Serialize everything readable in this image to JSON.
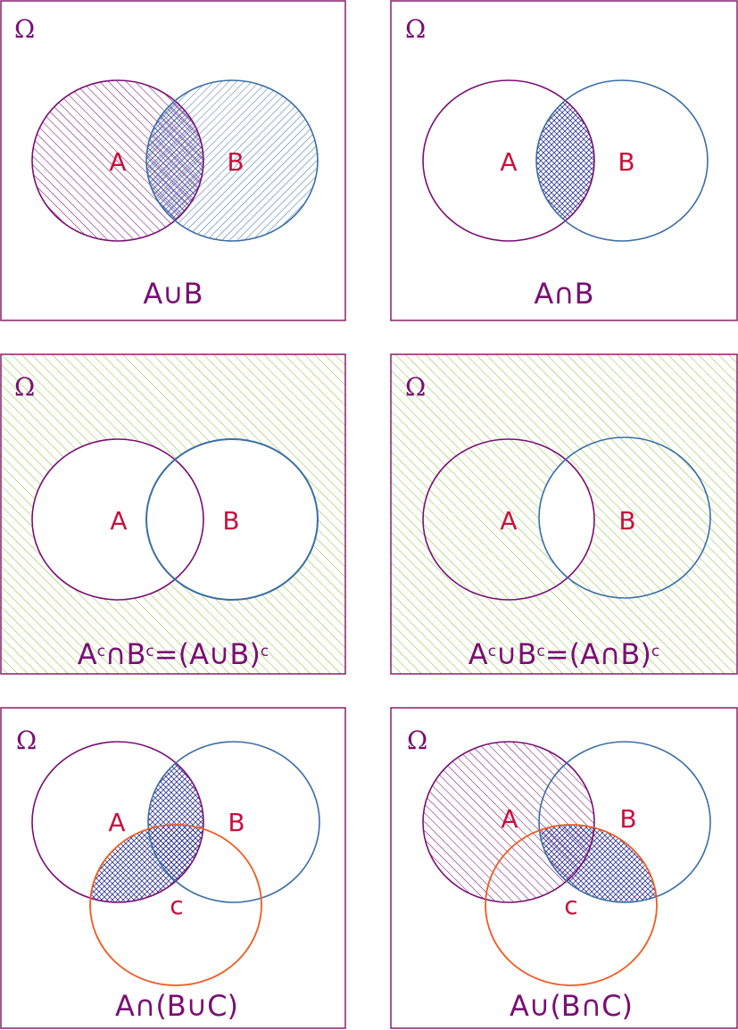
{
  "universe_symbol": "Ω",
  "colors": {
    "frame": "#8b1e6b",
    "text_purple": "#7a0f73",
    "label_red": "#c8103e",
    "circle_a": "#7a0f73",
    "circle_b": "#3a6ea5",
    "circle_c": "#f05a1e",
    "hatch_green": "#8fc23a",
    "hatch_blue": "#3a6ea5"
  },
  "panels": [
    {
      "id": "union",
      "labels": {
        "a": "A",
        "b": "B"
      },
      "caption": [
        {
          "text": "A∪B"
        }
      ]
    },
    {
      "id": "intersection",
      "labels": {
        "a": "A",
        "b": "B"
      },
      "caption": [
        {
          "text": "A∩B"
        }
      ]
    },
    {
      "id": "complement-of-union",
      "labels": {
        "a": "A",
        "b": "B"
      },
      "caption": [
        {
          "text": "A"
        },
        {
          "text": "c",
          "sup": true
        },
        {
          "text": "∩B"
        },
        {
          "text": "c",
          "sup": true
        },
        {
          "text": "=(A∪B)"
        },
        {
          "text": "c",
          "sup": true
        }
      ]
    },
    {
      "id": "complement-of-intersection",
      "labels": {
        "a": "A",
        "b": "B"
      },
      "caption": [
        {
          "text": "A"
        },
        {
          "text": "c",
          "sup": true
        },
        {
          "text": "∪B"
        },
        {
          "text": "c",
          "sup": true
        },
        {
          "text": "=(A∩B)"
        },
        {
          "text": "c",
          "sup": true
        }
      ]
    },
    {
      "id": "a-intersect-b-union-c",
      "labels": {
        "a": "A",
        "b": "B",
        "c": "c"
      },
      "caption": [
        {
          "text": "A∩(B∪C)"
        }
      ]
    },
    {
      "id": "a-union-b-intersect-c",
      "labels": {
        "a": "A",
        "b": "B",
        "c": "c"
      },
      "caption": [
        {
          "text": "A∪(B∩C)"
        }
      ]
    }
  ]
}
